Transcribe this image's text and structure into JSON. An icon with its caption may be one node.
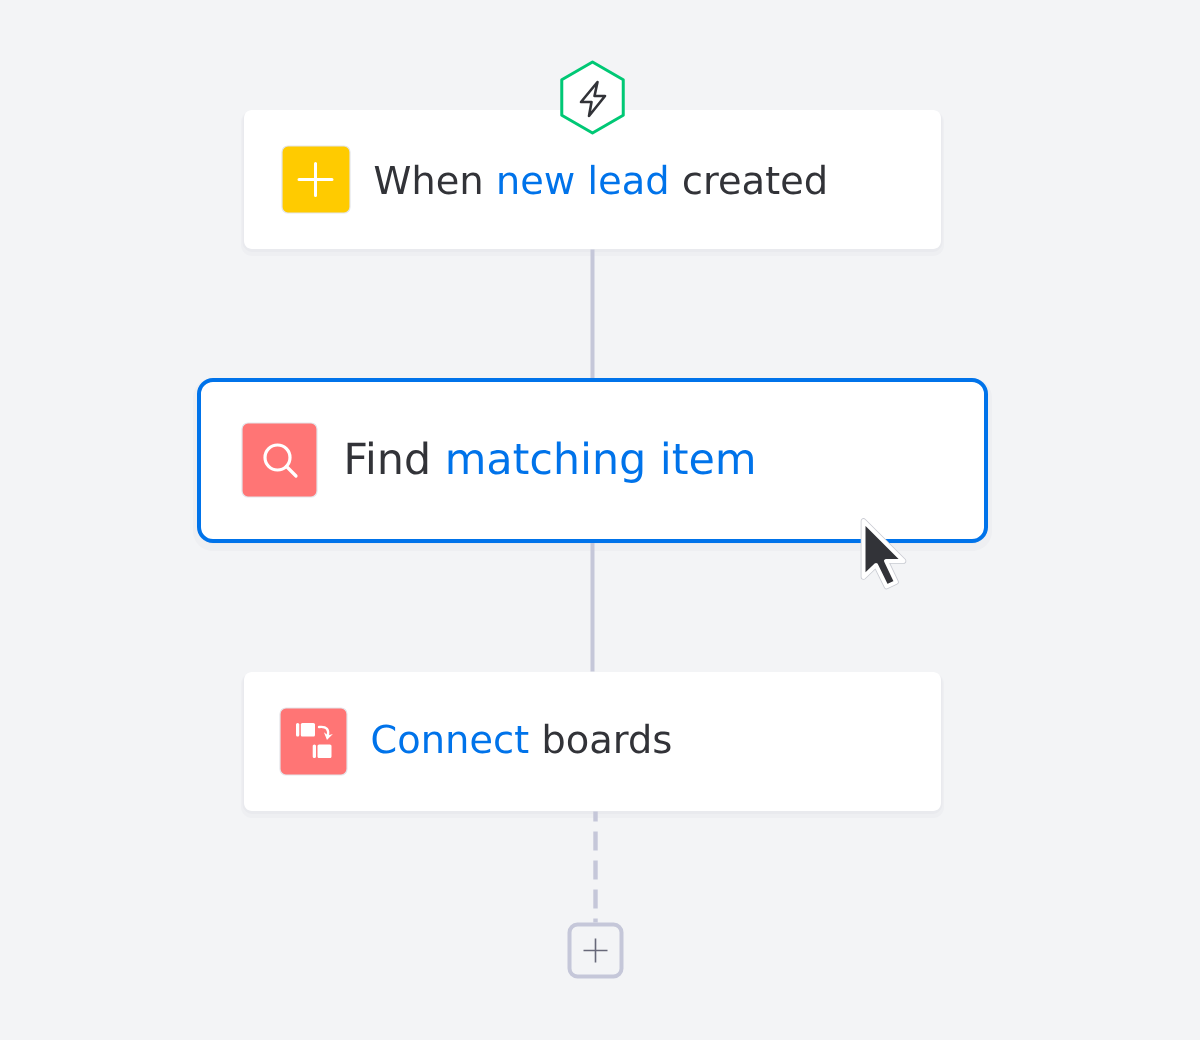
{
  "diagram": {
    "nodes": [
      {
        "text": [
          "When",
          "new lead",
          "created"
        ]
      },
      {
        "text": [
          "Find",
          "matching item"
        ]
      },
      {
        "text": [
          "Connect",
          "boards"
        ]
      },
      {
        "text": [],
        "shape": "box"
      }
    ],
    "edges": [
      {
        "from": 0,
        "to": 1,
        "arrow": "none"
      },
      {
        "from": 1,
        "to": 2,
        "arrow": "none"
      },
      {
        "from": 2,
        "to": 3,
        "arrow": "none",
        "style": "dashed"
      }
    ]
  }
}
